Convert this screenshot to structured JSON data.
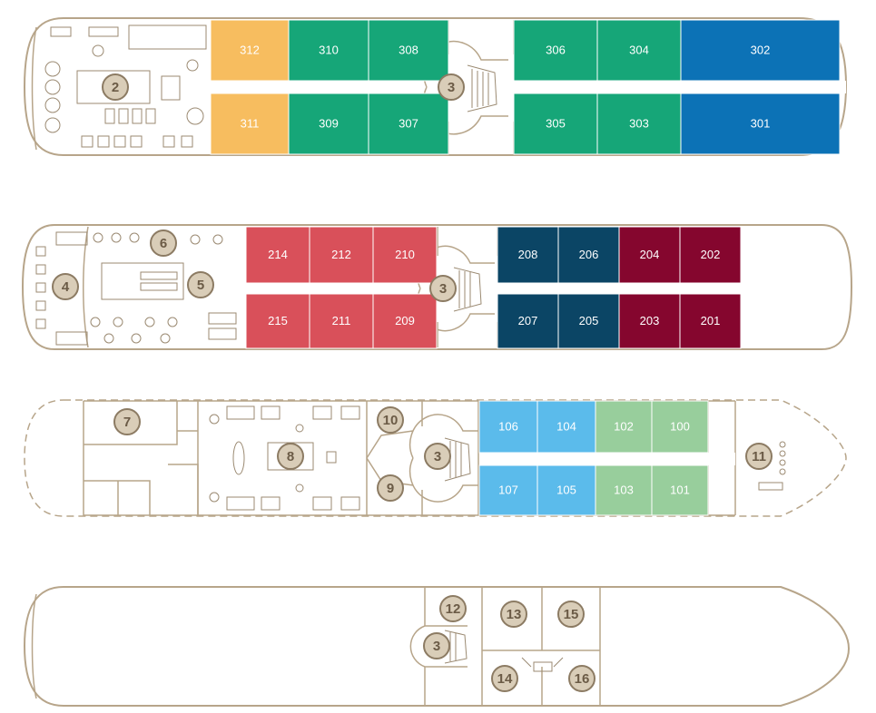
{
  "colors": {
    "hull": "#b7a58a",
    "marker_fill": "#d9cdb8",
    "marker_text": "#6b5b46",
    "orange": "#f7bd5f",
    "teal": "#16a678",
    "blue": "#0c72b6",
    "red": "#d9505a",
    "navy": "#0b4565",
    "maroon": "#85062e",
    "light_blue": "#5bbbeb",
    "light_green": "#98ce9c"
  },
  "decks": [
    {
      "id": "deck3",
      "cabins": [
        {
          "number": "312",
          "color": "orange"
        },
        {
          "number": "310",
          "color": "teal"
        },
        {
          "number": "308",
          "color": "teal"
        },
        {
          "number": "306",
          "color": "teal"
        },
        {
          "number": "304",
          "color": "teal"
        },
        {
          "number": "302",
          "color": "blue"
        },
        {
          "number": "311",
          "color": "orange"
        },
        {
          "number": "309",
          "color": "teal"
        },
        {
          "number": "307",
          "color": "teal"
        },
        {
          "number": "305",
          "color": "teal"
        },
        {
          "number": "303",
          "color": "teal"
        },
        {
          "number": "301",
          "color": "blue"
        }
      ],
      "markers": [
        "2",
        "3"
      ]
    },
    {
      "id": "deck2",
      "cabins": [
        {
          "number": "214",
          "color": "red"
        },
        {
          "number": "212",
          "color": "red"
        },
        {
          "number": "210",
          "color": "red"
        },
        {
          "number": "208",
          "color": "navy"
        },
        {
          "number": "206",
          "color": "navy"
        },
        {
          "number": "204",
          "color": "maroon"
        },
        {
          "number": "202",
          "color": "maroon"
        },
        {
          "number": "215",
          "color": "red"
        },
        {
          "number": "211",
          "color": "red"
        },
        {
          "number": "209",
          "color": "red"
        },
        {
          "number": "207",
          "color": "navy"
        },
        {
          "number": "205",
          "color": "navy"
        },
        {
          "number": "203",
          "color": "maroon"
        },
        {
          "number": "201",
          "color": "maroon"
        }
      ],
      "markers": [
        "4",
        "5",
        "6",
        "3"
      ]
    },
    {
      "id": "deck1",
      "cabins": [
        {
          "number": "106",
          "color": "light_blue"
        },
        {
          "number": "104",
          "color": "light_blue"
        },
        {
          "number": "102",
          "color": "light_green"
        },
        {
          "number": "100",
          "color": "light_green"
        },
        {
          "number": "107",
          "color": "light_blue"
        },
        {
          "number": "105",
          "color": "light_blue"
        },
        {
          "number": "103",
          "color": "light_green"
        },
        {
          "number": "101",
          "color": "light_green"
        }
      ],
      "markers": [
        "7",
        "8",
        "10",
        "9",
        "3",
        "11"
      ]
    },
    {
      "id": "lower",
      "cabins": [],
      "markers": [
        "12",
        "13",
        "15",
        "3",
        "14",
        "16"
      ]
    }
  ]
}
